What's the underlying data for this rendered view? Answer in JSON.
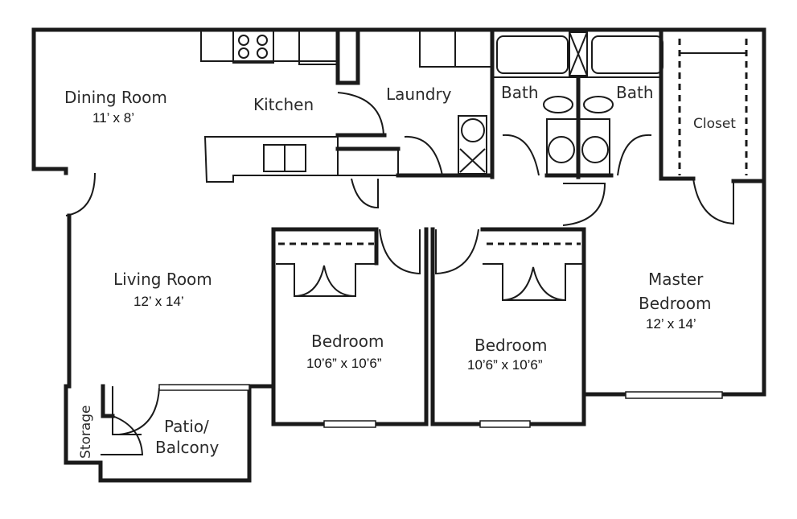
{
  "floorplan": {
    "rooms": [
      {
        "name": "Dining Room",
        "dims": "11’ x 8’"
      },
      {
        "name": "Kitchen",
        "dims": ""
      },
      {
        "name": "Laundry",
        "dims": ""
      },
      {
        "name": "Bath",
        "dims": ""
      },
      {
        "name": "Bath",
        "dims": ""
      },
      {
        "name": "Closet",
        "dims": ""
      },
      {
        "name": "Living Room",
        "dims": "12’ x 14’"
      },
      {
        "name": "Bedroom",
        "dims": "10’6” x 10’6”"
      },
      {
        "name": "Bedroom",
        "dims": "10’6” x 10’6”"
      },
      {
        "name": "Master",
        "name2": "Bedroom",
        "dims": "12’ x 14’"
      },
      {
        "name": "Storage",
        "dims": ""
      },
      {
        "name": "Patio/",
        "name2": "Balcony",
        "dims": ""
      }
    ]
  }
}
